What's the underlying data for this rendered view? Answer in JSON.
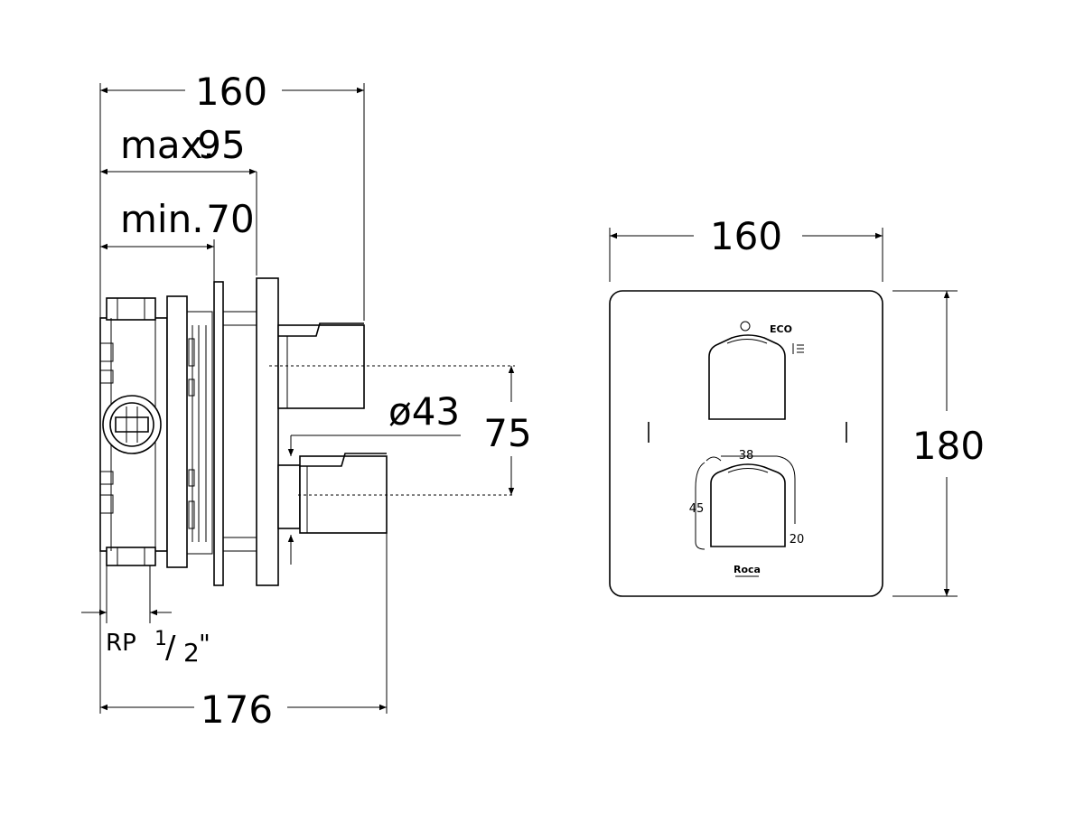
{
  "side_view": {
    "dim_overall_top": "160",
    "dim_max": "max.",
    "dim_max_value": "95",
    "dim_min": "min.",
    "dim_min_value": "70",
    "dim_diameter": "ø43",
    "dim_spacing": "75",
    "thread_label": "RP",
    "thread_num": "1",
    "thread_slash": "/",
    "thread_den": "2",
    "thread_inch": "\"",
    "dim_overall_bottom": "176"
  },
  "front_view": {
    "dim_width": "160",
    "dim_height": "180",
    "eco_label": "ECO",
    "dim_handle_width": "38",
    "dim_handle_height": "45",
    "dim_handle_depth": "20",
    "brand": "Roca"
  }
}
